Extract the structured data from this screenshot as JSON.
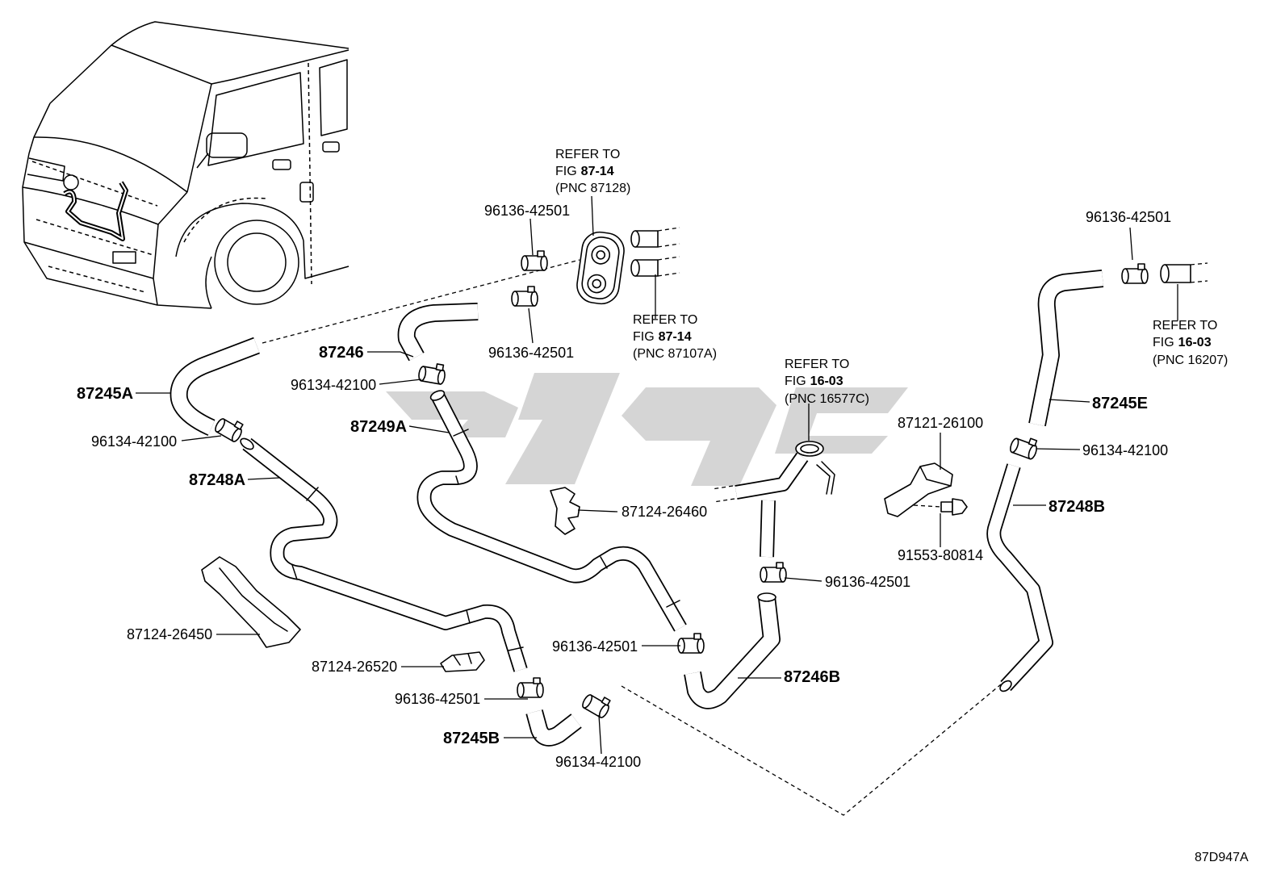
{
  "diagram_code": "87D947A",
  "refer_notes": [
    {
      "line1": "REFER TO",
      "fig_label": "FIG",
      "fig": "87-14",
      "pnc": "(PNC 87128)"
    },
    {
      "line1": "REFER TO",
      "fig_label": "FIG",
      "fig": "87-14",
      "pnc": "(PNC 87107A)"
    },
    {
      "line1": "REFER TO",
      "fig_label": "FIG",
      "fig": "16-03",
      "pnc": "(PNC 16577C)"
    },
    {
      "line1": "REFER TO",
      "fig_label": "FIG",
      "fig": "16-03",
      "pnc": "(PNC 16207)"
    }
  ],
  "hose_labels": [
    "87246",
    "87245A",
    "87249A",
    "87248A",
    "87245E",
    "87248B",
    "87246B",
    "87245B"
  ],
  "part_labels": [
    "96136-42501",
    "96136-42501",
    "96134-42100",
    "96134-42100",
    "87121-26100",
    "87124-26460",
    "91553-80814",
    "96136-42501",
    "96136-42501",
    "96134-42100",
    "87124-26450",
    "96136-42501",
    "87124-26520",
    "96136-42501",
    "96134-42100"
  ]
}
